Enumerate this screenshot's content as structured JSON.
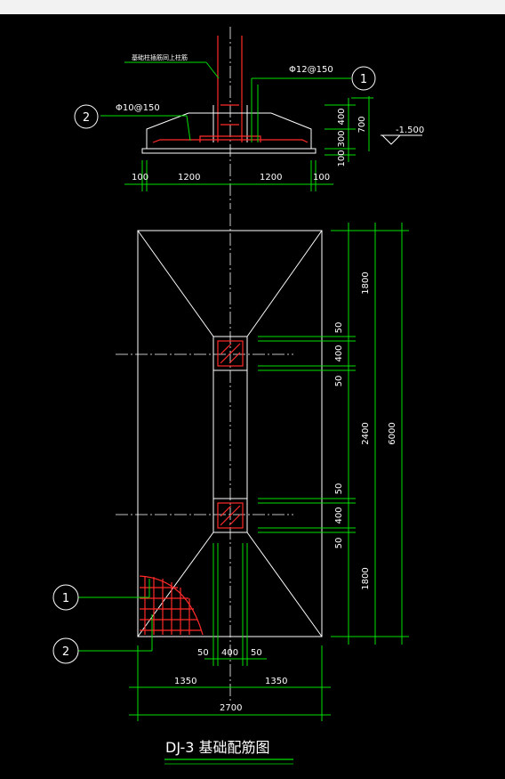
{
  "colors": {
    "background": "#000000",
    "outline": "#ffffff",
    "dimension": "#00e000",
    "rebar": "#ff2a2a"
  },
  "section": {
    "column_note": "基础柱插筋同上柱筋",
    "rebar_1": "Φ12@150",
    "rebar_2": "Φ10@150",
    "mark_1": "1",
    "mark_2": "2",
    "elevation": "-1.500",
    "dim_400": "400",
    "dim_300": "300",
    "dim_100_v": "100",
    "dim_700": "700",
    "dim_100_l": "100",
    "dim_1200_l": "1200",
    "dim_1200_r": "1200",
    "dim_100_r": "100"
  },
  "plan": {
    "dim_1800_top": "1800",
    "dim_50_a": "50",
    "dim_400_a": "400",
    "dim_50_b": "50",
    "dim_2400": "2400",
    "dim_50_c": "50",
    "dim_400_b": "400",
    "dim_50_d": "50",
    "dim_1800_bot": "1800",
    "dim_6000": "6000",
    "dim_50_bl": "50",
    "dim_400_bm": "400",
    "dim_50_br": "50",
    "dim_1350_l": "1350",
    "dim_1350_r": "1350",
    "dim_2700": "2700",
    "mark_1": "1",
    "mark_2": "2"
  },
  "title": "DJ-3 基础配筋图"
}
